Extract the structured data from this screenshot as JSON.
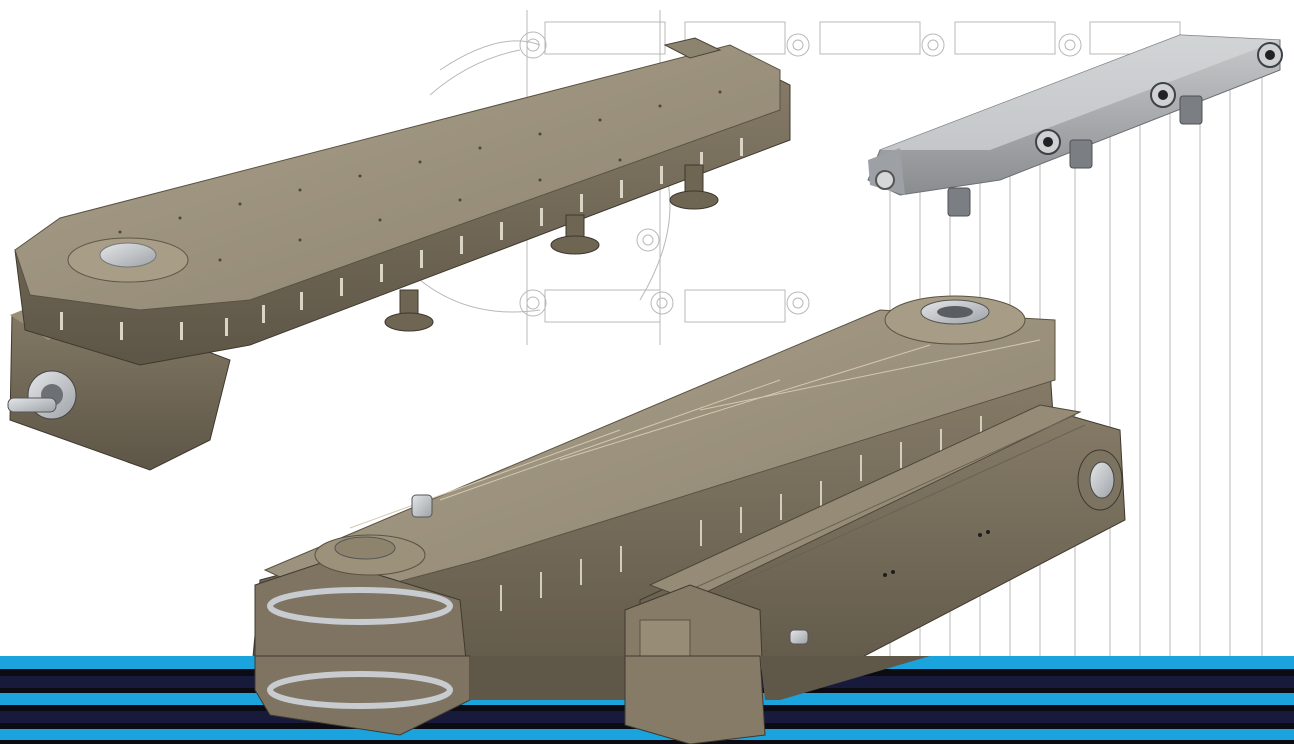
{
  "image": {
    "subject": "industrial-conveyor-product-render",
    "colors": {
      "background": "#ffffff",
      "metal_top": "#a59b85",
      "metal_side": "#7f7562",
      "metal_dark": "#5b5344",
      "steel": "#c9ccd0",
      "drawing_lines": "#b9b9b9",
      "stripe_cyan": "#1aa3dc",
      "stripe_navy": "#171a3a",
      "stripe_black": "#0b0b14"
    },
    "objects": [
      {
        "name": "left-rotary-indexing-conveyor"
      },
      {
        "name": "technical-line-drawing"
      },
      {
        "name": "chain-link-detail"
      },
      {
        "name": "right-linear-conveyor-large"
      },
      {
        "name": "right-linear-conveyor-small"
      },
      {
        "name": "decorative-stripes"
      }
    ]
  }
}
